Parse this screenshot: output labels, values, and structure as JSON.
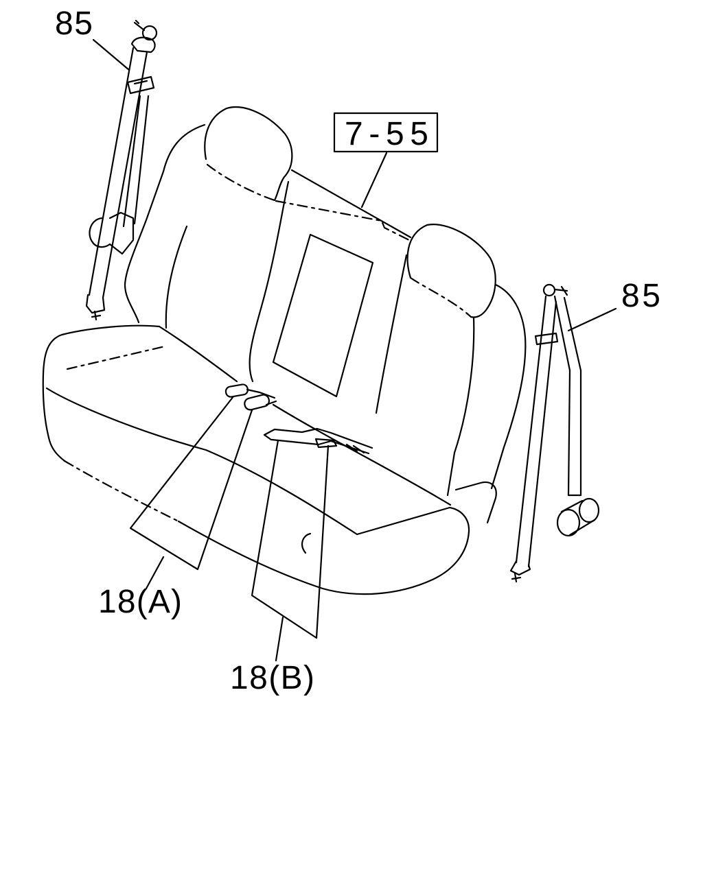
{
  "labels": {
    "part_85_left": "85",
    "ref_box": "7-55",
    "part_85_right": "85",
    "part_18a": "18(A)",
    "part_18b": "18(B)"
  },
  "colors": {
    "line": "#000000",
    "background": "#ffffff"
  }
}
